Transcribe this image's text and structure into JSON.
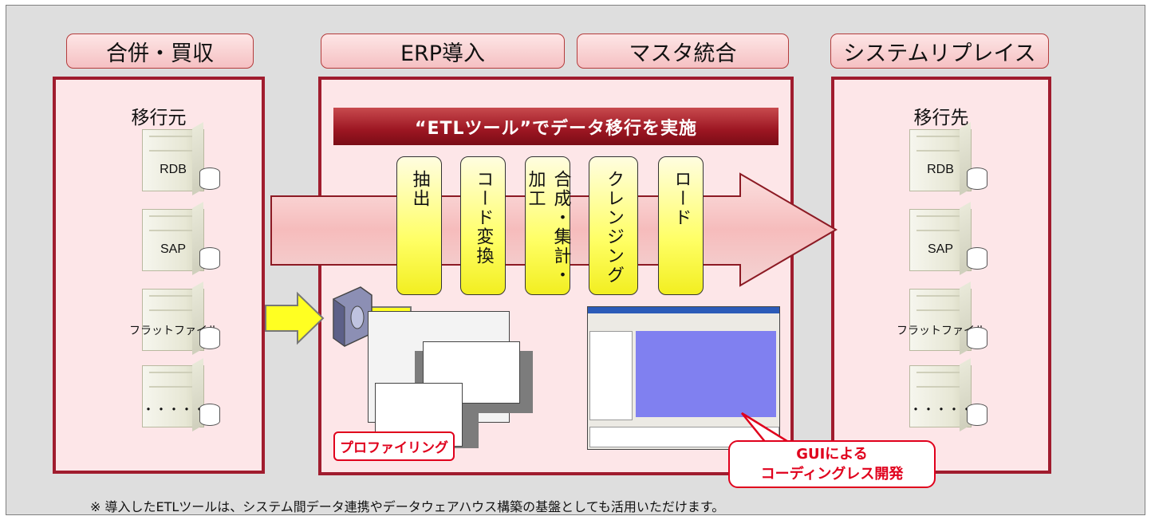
{
  "categories": {
    "merger": "合併・買収",
    "erp": "ERP導入",
    "master": "マスタ統合",
    "replace": "システムリプレイス"
  },
  "source": {
    "title": "移行元",
    "servers": [
      "RDB",
      "SAP",
      "フラットファイル",
      "・・・・・"
    ]
  },
  "target": {
    "title": "移行先",
    "servers": [
      "RDB",
      "SAP",
      "フラットファイル",
      "・・・・・"
    ]
  },
  "etl": {
    "banner": "“ETLツール”でデータ移行を実施",
    "steps": [
      "抽出",
      "コード変換",
      "合成・集計・加工",
      "クレンジング",
      "ロード"
    ]
  },
  "profiling": {
    "label": "プロファイリング"
  },
  "gui": {
    "line1": "GUIによる",
    "line2": "コーディングレス開発"
  },
  "footnote": "※ 導入したETLツールは、システム間データ連携やデータウェアハウス構築の基盤としても活用いただけます。",
  "colors": {
    "frame": "#a01c2e",
    "box_fill": "#fde6e8",
    "callout": "#e0001c",
    "step_fill": "#ffff66",
    "arrow_fill": "#f6c4c4"
  }
}
